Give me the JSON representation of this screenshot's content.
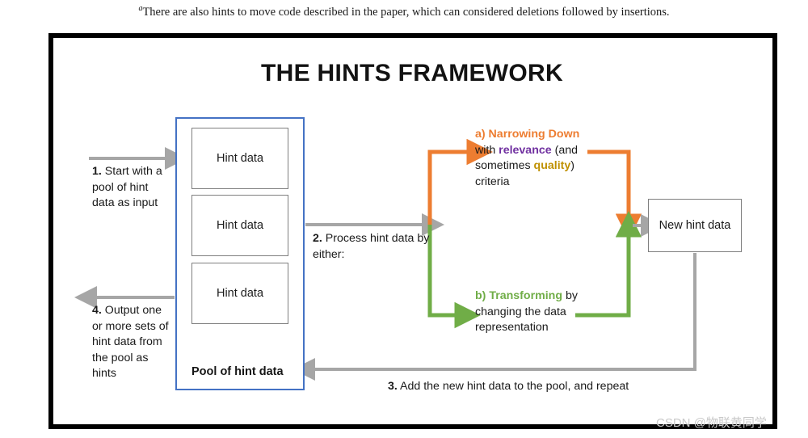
{
  "footnote": {
    "marker": "a",
    "text": "There are also hints to move code described in the paper, which can considered deletions followed by insertions."
  },
  "diagram": {
    "title": "THE HINTS FRAMEWORK",
    "pool": {
      "label": "Pool of hint data",
      "items": [
        {
          "label": "Hint data"
        },
        {
          "label": "Hint data"
        },
        {
          "label": "Hint data"
        }
      ]
    },
    "output_box": {
      "label": "New hint data"
    },
    "steps": {
      "step1": {
        "number": "1.",
        "text": " Start with a pool of hint data as input"
      },
      "step2": {
        "number": "2.",
        "text": " Process hint data by either:"
      },
      "step3": {
        "number": "3.",
        "text": " Add the new hint data to the pool, and repeat"
      },
      "step4": {
        "number": "4.",
        "text": " Output one or more sets of hint data from the pool as hints"
      }
    },
    "branches": {
      "a": {
        "label": "a) Narrowing Down",
        "text_1": " with ",
        "highlight_1": "relevance",
        "text_2": " (and sometimes ",
        "highlight_2": "quality",
        "text_3": ") criteria"
      },
      "b": {
        "label": "b) Transforming",
        "text_1": " by changing the data representation"
      }
    },
    "colors": {
      "orange": "#ED7D31",
      "green": "#70AD47",
      "purple": "#7030A0",
      "gold": "#BF9000",
      "gray": "#A6A6A6",
      "blue": "#4472C4",
      "box_border": "#7F7F7F",
      "frame": "#000000"
    }
  },
  "watermark": {
    "text": "CSDN @物联黄同学"
  }
}
